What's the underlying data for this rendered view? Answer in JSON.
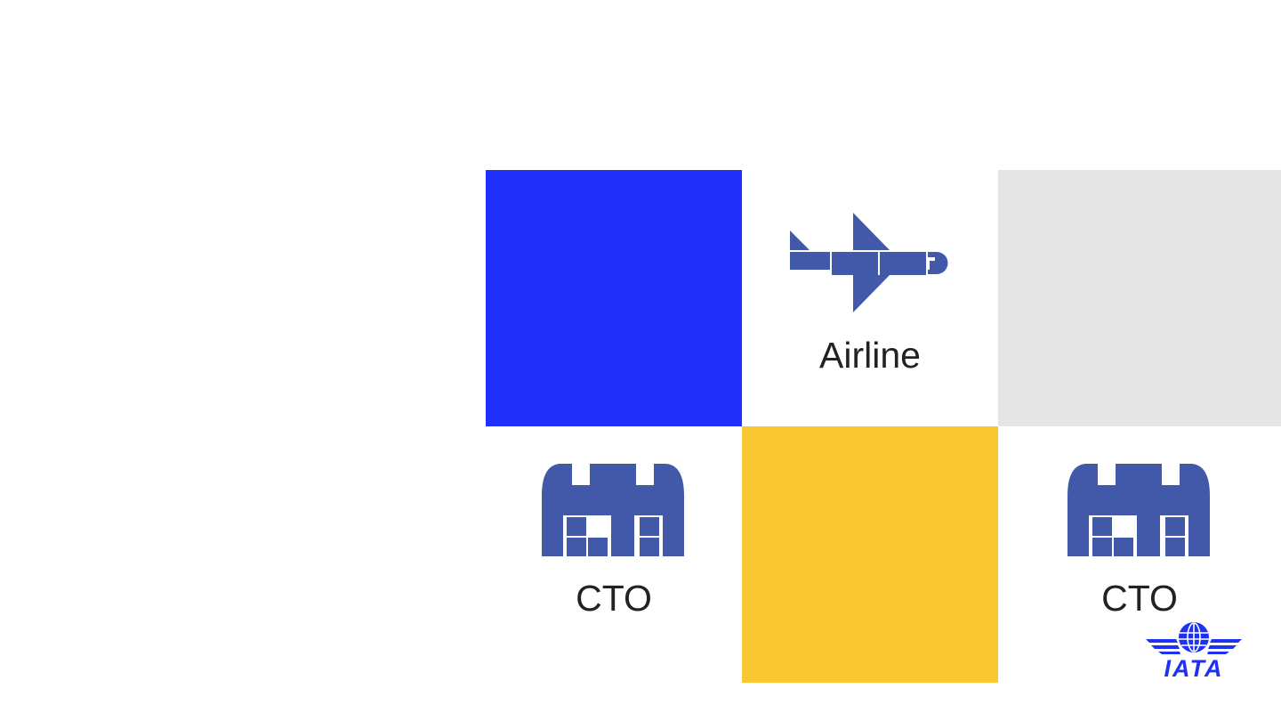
{
  "colors": {
    "blue_tile": "#2030fa",
    "gray_tile": "#e5e5e5",
    "yellow_tile": "#f8c732",
    "icon_color": "#4259a9",
    "label_color": "#222222",
    "brand_blue": "#1f31f5"
  },
  "tiles": {
    "airline": {
      "label": "Airline",
      "icon": "airplane-icon"
    },
    "cto_left": {
      "label": "CTO",
      "icon": "warehouse-icon"
    },
    "cto_right": {
      "label": "CTO",
      "icon": "warehouse-icon"
    }
  },
  "logo": {
    "text": "IATA",
    "icon": "globe-wings-icon"
  }
}
